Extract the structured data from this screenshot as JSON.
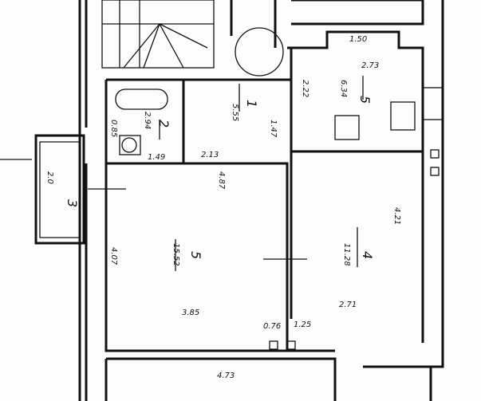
{
  "plan": {
    "rooms": [
      {
        "id": "room-kitchen",
        "number": "5",
        "area": "6.34",
        "dims": [
          "2.73",
          "1.50",
          "2.22"
        ]
      },
      {
        "id": "room-bath",
        "number": "2",
        "area": "2.94",
        "dims": [
          "1.49",
          "0.85"
        ]
      },
      {
        "id": "room-hall",
        "number": "1",
        "area": "5.55",
        "dims": [
          "2.13",
          "1.47"
        ]
      },
      {
        "id": "room-living",
        "number": "5",
        "area": "15.52",
        "dims": [
          "4.07",
          "3.85"
        ]
      },
      {
        "id": "room-bedroom",
        "number": "4",
        "area": "11.28",
        "dims": [
          "4.21",
          "2.71"
        ]
      },
      {
        "id": "room-balcony",
        "number": "3",
        "area": "2.0"
      },
      {
        "id": "room-lower",
        "dims": [
          "4.73"
        ]
      }
    ],
    "misc_labels": [
      "0.76",
      "1.25",
      "4.87"
    ]
  }
}
